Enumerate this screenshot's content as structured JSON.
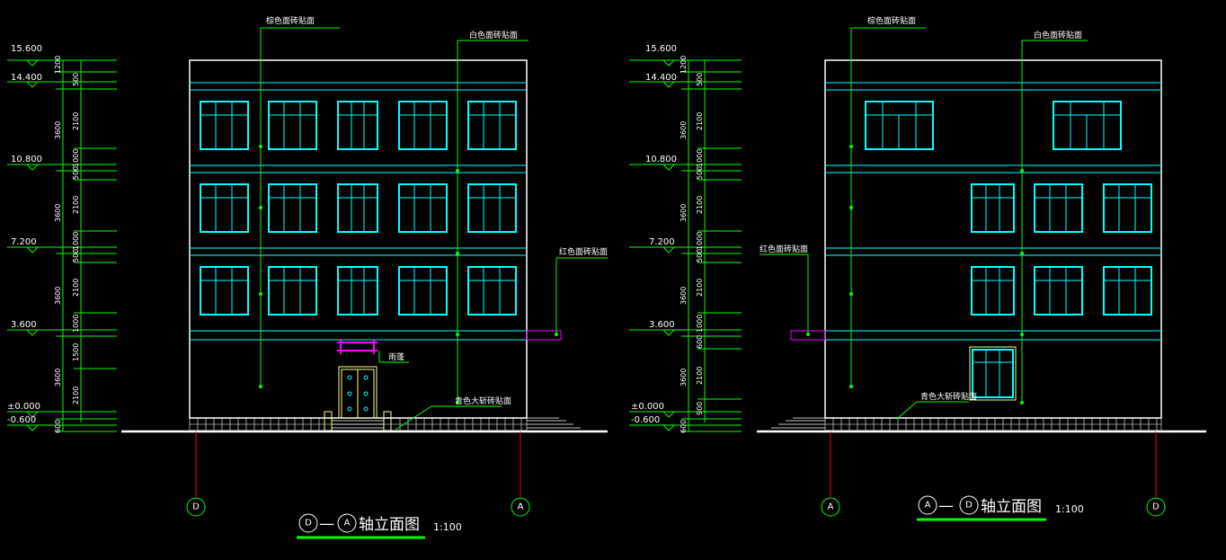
{
  "drawings": [
    {
      "id": "left",
      "elevations": [
        "15.600",
        "14.400",
        "10.800",
        "7.200",
        "3.600",
        "±0.000",
        "-0.600"
      ],
      "dims": [
        "1200",
        "500",
        "3600",
        "2100",
        "1000",
        "500",
        "3600",
        "2100",
        "1000",
        "500",
        "3600",
        "2100",
        "1000",
        "1500",
        "3600",
        "2100",
        "600"
      ],
      "notes": {
        "brown_tile": "棕色面砖贴面",
        "white_tile": "白色面砖贴面",
        "red_tile": "红色面砖贴面",
        "canopy": "雨蓬",
        "granite_steps": "青色大斩砖贴面"
      },
      "axis_left": "D",
      "axis_right": "A",
      "title_axis_a": "D",
      "title_dash": "—",
      "title_axis_b": "A",
      "title_text": "轴立面图",
      "scale": "1:100"
    },
    {
      "id": "right",
      "elevations": [
        "15.600",
        "14.400",
        "10.800",
        "7.200",
        "3.600",
        "±0.000",
        "-0.600"
      ],
      "dims": [
        "1200",
        "500",
        "3600",
        "2100",
        "1000",
        "500",
        "3600",
        "2100",
        "1000",
        "500",
        "3600",
        "2100",
        "1000",
        "600",
        "3600",
        "2100",
        "900",
        "600"
      ],
      "notes": {
        "brown_tile": "棕色面砖贴面",
        "white_tile": "白色面砖贴面",
        "red_tile": "红色面砖贴面",
        "granite_steps": "青色大斩砖贴面"
      },
      "axis_left": "A",
      "axis_right": "D",
      "title_axis_a": "A",
      "title_dash": "—",
      "title_axis_b": "D",
      "title_text": "轴立面图",
      "scale": "1:100"
    }
  ],
  "colors": {
    "background": "#000000",
    "outline": "#ffffff",
    "window": "#00ffff",
    "leader": "#00ff00",
    "canopy": "#ff00ff",
    "door": "#ffff80",
    "axis_line": "#ff0000"
  }
}
